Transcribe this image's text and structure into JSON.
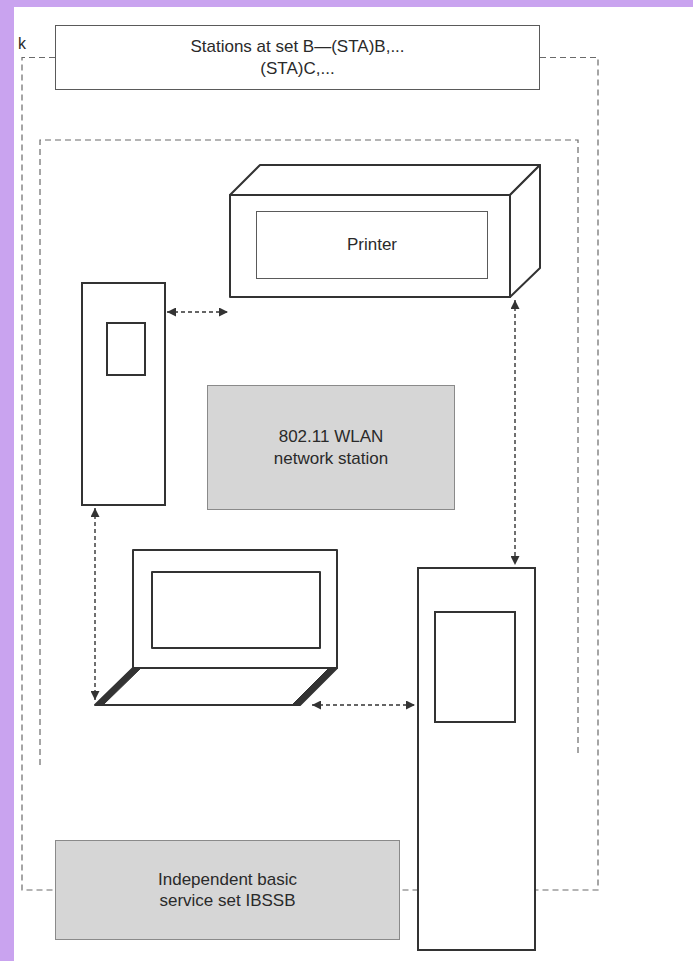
{
  "diagram": {
    "nodes": [
      {
        "text": [
          "Stations at set B—(STA)B,... (STA)C,..."
        ]
      },
      {
        "text": [
          "Printer"
        ]
      },
      {
        "text": [
          "802.11 WLAN network station"
        ]
      },
      {
        "text": [
          "Independent basic service set IBSSB"
        ]
      }
    ],
    "edges": [
      {
        "from": 0,
        "to": 3,
        "arrow": "none"
      },
      {
        "from": 0,
        "to": 3,
        "arrow": "none"
      }
    ],
    "labels": [
      "k"
    ]
  }
}
